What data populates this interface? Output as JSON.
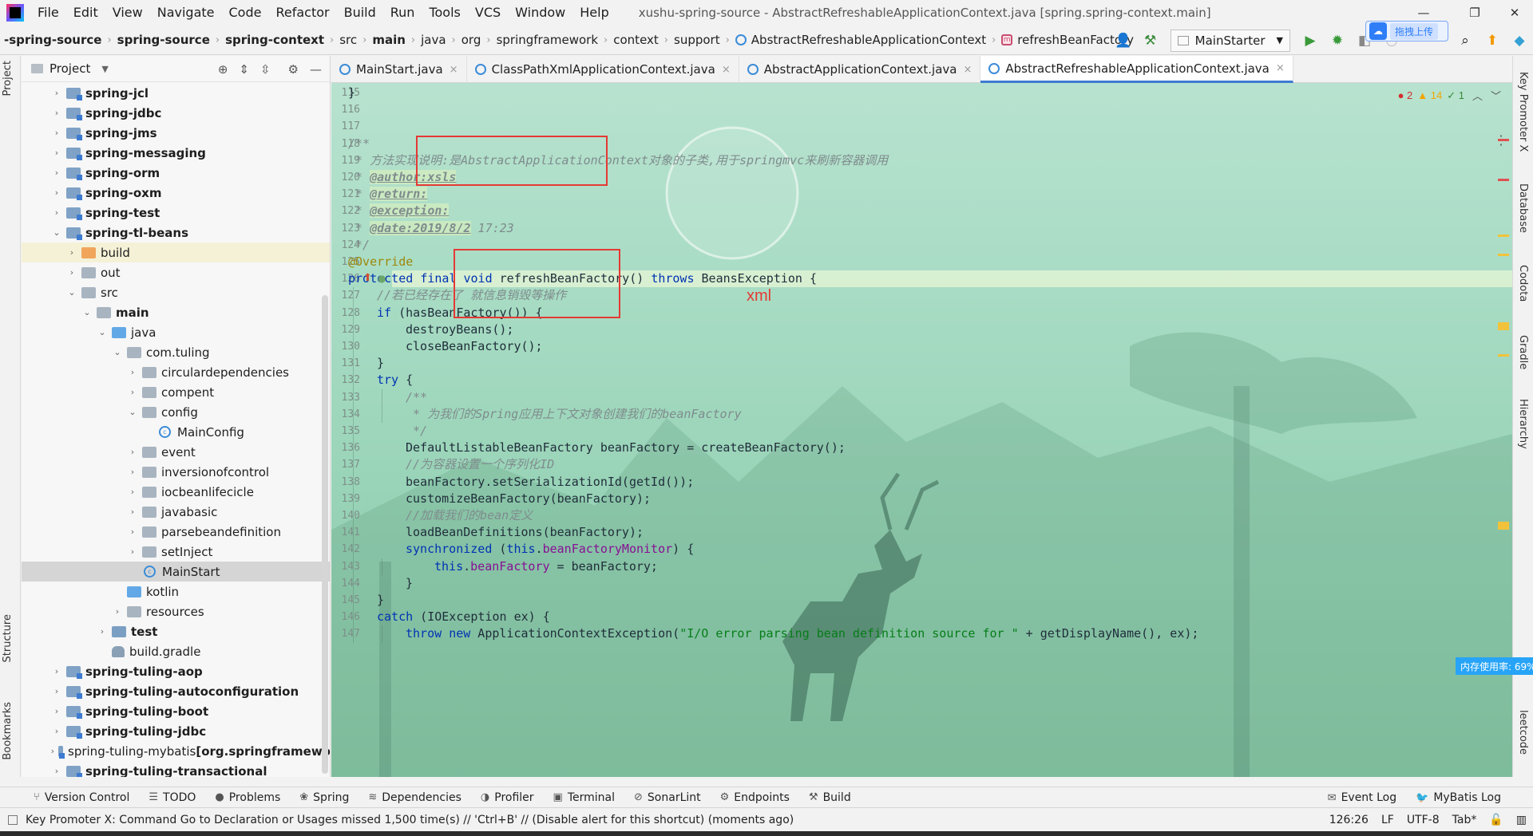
{
  "window": {
    "title": "xushu-spring-source - AbstractRefreshableApplicationContext.java [spring.spring-context.main]",
    "menus": [
      "File",
      "Edit",
      "View",
      "Navigate",
      "Code",
      "Refactor",
      "Build",
      "Run",
      "Tools",
      "VCS",
      "Window",
      "Help"
    ],
    "controls": [
      "—",
      "❐",
      "✕"
    ]
  },
  "breadcrumb": [
    "-spring-source",
    "spring-source",
    "spring-context",
    "src",
    "main",
    "java",
    "org",
    "springframework",
    "context",
    "support",
    "AbstractRefreshableApplicationContext",
    "refreshBeanFactory"
  ],
  "toolbar": {
    "run_config": "MainStarter",
    "cloud_upload": "拖拽上传"
  },
  "project_panel": {
    "title": "Project",
    "tree": [
      {
        "label": "spring-jcl",
        "depth": 0,
        "arrow": "›",
        "icon": "mod",
        "bold": true
      },
      {
        "label": "spring-jdbc",
        "depth": 0,
        "arrow": "›",
        "icon": "mod",
        "bold": true
      },
      {
        "label": "spring-jms",
        "depth": 0,
        "arrow": "›",
        "icon": "mod",
        "bold": true
      },
      {
        "label": "spring-messaging",
        "depth": 0,
        "arrow": "›",
        "icon": "mod",
        "bold": true
      },
      {
        "label": "spring-orm",
        "depth": 0,
        "arrow": "›",
        "icon": "mod",
        "bold": true
      },
      {
        "label": "spring-oxm",
        "depth": 0,
        "arrow": "›",
        "icon": "mod",
        "bold": true
      },
      {
        "label": "spring-test",
        "depth": 0,
        "arrow": "›",
        "icon": "mod",
        "bold": true
      },
      {
        "label": "spring-tl-beans",
        "depth": 0,
        "arrow": "⌄",
        "icon": "mod",
        "bold": true
      },
      {
        "label": "build",
        "depth": 1,
        "arrow": "›",
        "icon": "orange",
        "bold": false,
        "highlight": true
      },
      {
        "label": "out",
        "depth": 1,
        "arrow": "›",
        "icon": "pkg",
        "bold": false
      },
      {
        "label": "src",
        "depth": 1,
        "arrow": "⌄",
        "icon": "pkg",
        "bold": false
      },
      {
        "label": "main",
        "depth": 2,
        "arrow": "⌄",
        "icon": "pkg",
        "bold": true
      },
      {
        "label": "java",
        "depth": 3,
        "arrow": "⌄",
        "icon": "blue",
        "bold": false
      },
      {
        "label": "com.tuling",
        "depth": 4,
        "arrow": "⌄",
        "icon": "pkg",
        "bold": false
      },
      {
        "label": "circulardependencies",
        "depth": 5,
        "arrow": "›",
        "icon": "pkg",
        "bold": false
      },
      {
        "label": "compent",
        "depth": 5,
        "arrow": "›",
        "icon": "pkg",
        "bold": false
      },
      {
        "label": "config",
        "depth": 5,
        "arrow": "⌄",
        "icon": "pkg",
        "bold": false
      },
      {
        "label": "MainConfig",
        "depth": 6,
        "arrow": "",
        "icon": "class",
        "bold": false
      },
      {
        "label": "event",
        "depth": 5,
        "arrow": "›",
        "icon": "pkg",
        "bold": false
      },
      {
        "label": "inversionofcontrol",
        "depth": 5,
        "arrow": "›",
        "icon": "pkg",
        "bold": false
      },
      {
        "label": "iocbeanlifecicle",
        "depth": 5,
        "arrow": "›",
        "icon": "pkg",
        "bold": false
      },
      {
        "label": "javabasic",
        "depth": 5,
        "arrow": "›",
        "icon": "pkg",
        "bold": false
      },
      {
        "label": "parsebeandefinition",
        "depth": 5,
        "arrow": "›",
        "icon": "pkg",
        "bold": false
      },
      {
        "label": "setInject",
        "depth": 5,
        "arrow": "›",
        "icon": "pkg",
        "bold": false
      },
      {
        "label": "MainStart",
        "depth": 5,
        "arrow": "",
        "icon": "class",
        "bold": false,
        "selected": true
      },
      {
        "label": "kotlin",
        "depth": 4,
        "arrow": "",
        "icon": "blue",
        "bold": false
      },
      {
        "label": "resources",
        "depth": 4,
        "arrow": "›",
        "icon": "res",
        "bold": false
      },
      {
        "label": "test",
        "depth": 3,
        "arrow": "›",
        "icon": "test",
        "bold": true
      },
      {
        "label": "build.gradle",
        "depth": 3,
        "arrow": "",
        "icon": "gradle",
        "bold": false
      },
      {
        "label": "spring-tuling-aop",
        "depth": 0,
        "arrow": "›",
        "icon": "mod",
        "bold": true
      },
      {
        "label": "spring-tuling-autoconfiguration",
        "depth": 0,
        "arrow": "›",
        "icon": "mod",
        "bold": true
      },
      {
        "label": "spring-tuling-boot",
        "depth": 0,
        "arrow": "›",
        "icon": "mod",
        "bold": true
      },
      {
        "label": "spring-tuling-jdbc",
        "depth": 0,
        "arrow": "›",
        "icon": "mod",
        "bold": true
      },
      {
        "label": "spring-tuling-mybatis",
        "suffix": " [org.springframewo",
        "depth": 0,
        "arrow": "›",
        "icon": "mod",
        "bold": false
      },
      {
        "label": "spring-tuling-transactional",
        "depth": 0,
        "arrow": "›",
        "icon": "mod",
        "bold": true
      }
    ]
  },
  "left_strip": [
    "Project",
    "Structure",
    "Bookmarks"
  ],
  "right_strip": [
    "Key Promoter X",
    "Database",
    "Codota",
    "Gradle",
    "Hierarchy",
    "leetcode"
  ],
  "tabs": [
    {
      "label": "MainStart.java",
      "active": false
    },
    {
      "label": "ClassPathXmlApplicationContext.java",
      "active": false
    },
    {
      "label": "AbstractApplicationContext.java",
      "active": false
    },
    {
      "label": "AbstractRefreshableApplicationContext.java",
      "active": true
    }
  ],
  "inspections": {
    "errors": "2",
    "warnings": "14",
    "ok": "1"
  },
  "annotation_note": "xml",
  "code": [
    {
      "n": "115",
      "indent": 0,
      "html": "}"
    },
    {
      "n": "116",
      "indent": 0,
      "html": ""
    },
    {
      "n": "117",
      "indent": 0,
      "html": ""
    },
    {
      "n": "118",
      "indent": 0,
      "html": "/**"
    },
    {
      "n": "119",
      "indent": 0,
      "html": " * 方法实现说明:是AbstractApplicationContext对象的子类,用于springmvc来刷新容器调用"
    },
    {
      "n": "120",
      "indent": 0,
      "html": " * @author:xsls"
    },
    {
      "n": "121",
      "indent": 0,
      "html": " * @return:"
    },
    {
      "n": "122",
      "indent": 0,
      "html": " * @exception:"
    },
    {
      "n": "123",
      "indent": 0,
      "html": " * @date:2019/8/2 17:23"
    },
    {
      "n": "124",
      "indent": 0,
      "html": " */"
    },
    {
      "n": "125",
      "indent": 0,
      "html": "@Override"
    },
    {
      "n": "126",
      "indent": 0,
      "html": "protected final void refreshBeanFactory() throws BeansException {"
    },
    {
      "n": "127",
      "indent": 1,
      "html": "//若已经存在了 就信息销毁等操作"
    },
    {
      "n": "128",
      "indent": 1,
      "html": "if (hasBeanFactory()) {"
    },
    {
      "n": "129",
      "indent": 2,
      "html": "destroyBeans();"
    },
    {
      "n": "130",
      "indent": 2,
      "html": "closeBeanFactory();"
    },
    {
      "n": "131",
      "indent": 1,
      "html": "}"
    },
    {
      "n": "132",
      "indent": 1,
      "html": "try {"
    },
    {
      "n": "133",
      "indent": 2,
      "html": "/**"
    },
    {
      "n": "134",
      "indent": 2,
      "html": " * 为我们的Spring应用上下文对象创建我们的beanFactory"
    },
    {
      "n": "135",
      "indent": 2,
      "html": " */"
    },
    {
      "n": "136",
      "indent": 2,
      "html": "DefaultListableBeanFactory beanFactory = createBeanFactory();"
    },
    {
      "n": "137",
      "indent": 2,
      "html": "//为容器设置一个序列化ID"
    },
    {
      "n": "138",
      "indent": 2,
      "html": "beanFactory.setSerializationId(getId());"
    },
    {
      "n": "139",
      "indent": 2,
      "html": "customizeBeanFactory(beanFactory);"
    },
    {
      "n": "140",
      "indent": 2,
      "html": "//加载我们的bean定义"
    },
    {
      "n": "141",
      "indent": 2,
      "html": "loadBeanDefinitions(beanFactory);"
    },
    {
      "n": "142",
      "indent": 2,
      "html": "synchronized (this.beanFactoryMonitor) {"
    },
    {
      "n": "143",
      "indent": 3,
      "html": "this.beanFactory = beanFactory;"
    },
    {
      "n": "144",
      "indent": 2,
      "html": "}"
    },
    {
      "n": "145",
      "indent": 1,
      "html": "}"
    },
    {
      "n": "146",
      "indent": 1,
      "html": "catch (IOException ex) {"
    },
    {
      "n": "147",
      "indent": 2,
      "html": "throw new ApplicationContextException(\"I/O error parsing bean definition source for \" + getDisplayName(), ex);"
    }
  ],
  "tool_windows": [
    "Version Control",
    "TODO",
    "Problems",
    "Spring",
    "Dependencies",
    "Profiler",
    "Terminal",
    "SonarLint",
    "Endpoints",
    "Build"
  ],
  "tool_windows_right": [
    "Event Log",
    "MyBatis Log"
  ],
  "status": {
    "message": "Key Promoter X: Command Go to Declaration or Usages missed 1,500 time(s) // 'Ctrl+B' // (Disable alert for this shortcut) (moments ago)",
    "position": "126:26",
    "line_sep": "LF",
    "encoding": "UTF-8",
    "indent": "Tab*"
  },
  "memory_badge": "内存使用率: 69%",
  "colors": {
    "accent": "#3d7bd1",
    "error": "#e53935",
    "editor_bg": "#a8dcc4"
  }
}
